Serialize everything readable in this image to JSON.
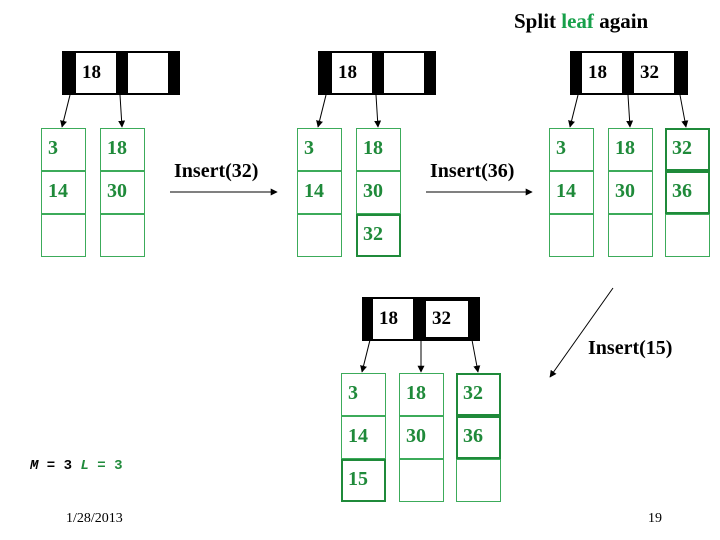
{
  "title": {
    "before": "Split ",
    "accent": "leaf",
    "after": " again"
  },
  "operations": [
    "Insert(32)",
    "Insert(36)",
    "Insert(15)"
  ],
  "trees": [
    {
      "internal_keys": [
        "18",
        ""
      ],
      "leaves": [
        [
          "3",
          "14",
          ""
        ],
        [
          "18",
          "30",
          ""
        ]
      ]
    },
    {
      "internal_keys": [
        "18",
        ""
      ],
      "leaves": [
        [
          "3",
          "14",
          ""
        ],
        [
          "18",
          "30",
          "32"
        ]
      ]
    },
    {
      "internal_keys": [
        "18",
        "32"
      ],
      "leaves": [
        [
          "3",
          "14",
          ""
        ],
        [
          "18",
          "30",
          ""
        ],
        [
          "32",
          "36",
          ""
        ]
      ]
    },
    {
      "internal_keys": [
        "18",
        "32"
      ],
      "leaves": [
        [
          "3",
          "14",
          "15"
        ],
        [
          "18",
          "30",
          ""
        ],
        [
          "32",
          "36",
          ""
        ]
      ]
    }
  ],
  "params": {
    "m_name": "M",
    "m_value": "3",
    "l_name": "L",
    "l_value": "3"
  },
  "footer": {
    "date": "1/28/2013",
    "page": "19"
  },
  "colors": {
    "leaf_text": "#1f8a3a",
    "leaf_border": "#3cab5a",
    "accent": "#17a04a",
    "node_fill": "#000000"
  }
}
